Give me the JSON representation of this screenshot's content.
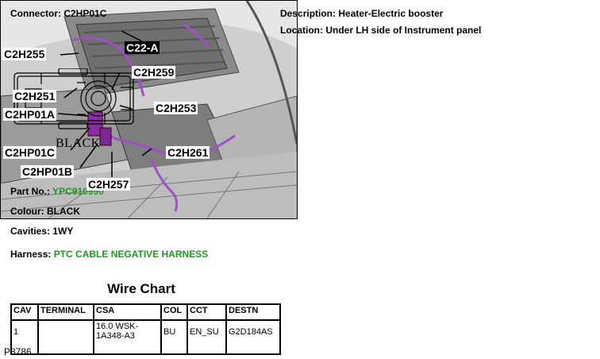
{
  "connector": {
    "label": "Connector:",
    "value": "C2HP01C"
  },
  "description": {
    "label": "Description:",
    "value": "Heater-Electric booster"
  },
  "location": {
    "label": "Location:",
    "value": "Under LH side of Instrument panel"
  },
  "color_caption": "BLACK",
  "part_no": {
    "label": "Part No.:",
    "value": "YPC910990"
  },
  "colour": {
    "label": "Colour:",
    "value": "BLACK"
  },
  "cavities": {
    "label": "Cavities:",
    "value": "1WY"
  },
  "harness": {
    "label": "Harness:",
    "value": "PTC CABLE NEGATIVE HARNESS"
  },
  "highlight_color": "#1e9a1e",
  "photo": {
    "figure_id": "P8786",
    "callouts": {
      "c22a": "C22-A",
      "c2h255": "C2H255",
      "c2h259": "C2H259",
      "c2h251": "C2H251",
      "c2h253": "C2H253",
      "c2hp01a": "C2HP01A",
      "c2hp01c": "C2HP01C",
      "c2h261": "C2H261",
      "c2hp01b": "C2HP01B",
      "c2h257": "C2H257"
    }
  },
  "wire_chart": {
    "title": "Wire Chart",
    "headers": [
      "CAV",
      "TERMINAL",
      "CSA",
      "COL",
      "CCT",
      "DESTN"
    ],
    "rows": [
      [
        "1",
        "",
        "16.0 WSK-1A348-A3",
        "BU",
        "EN_SU",
        "G2D184AS"
      ]
    ]
  }
}
